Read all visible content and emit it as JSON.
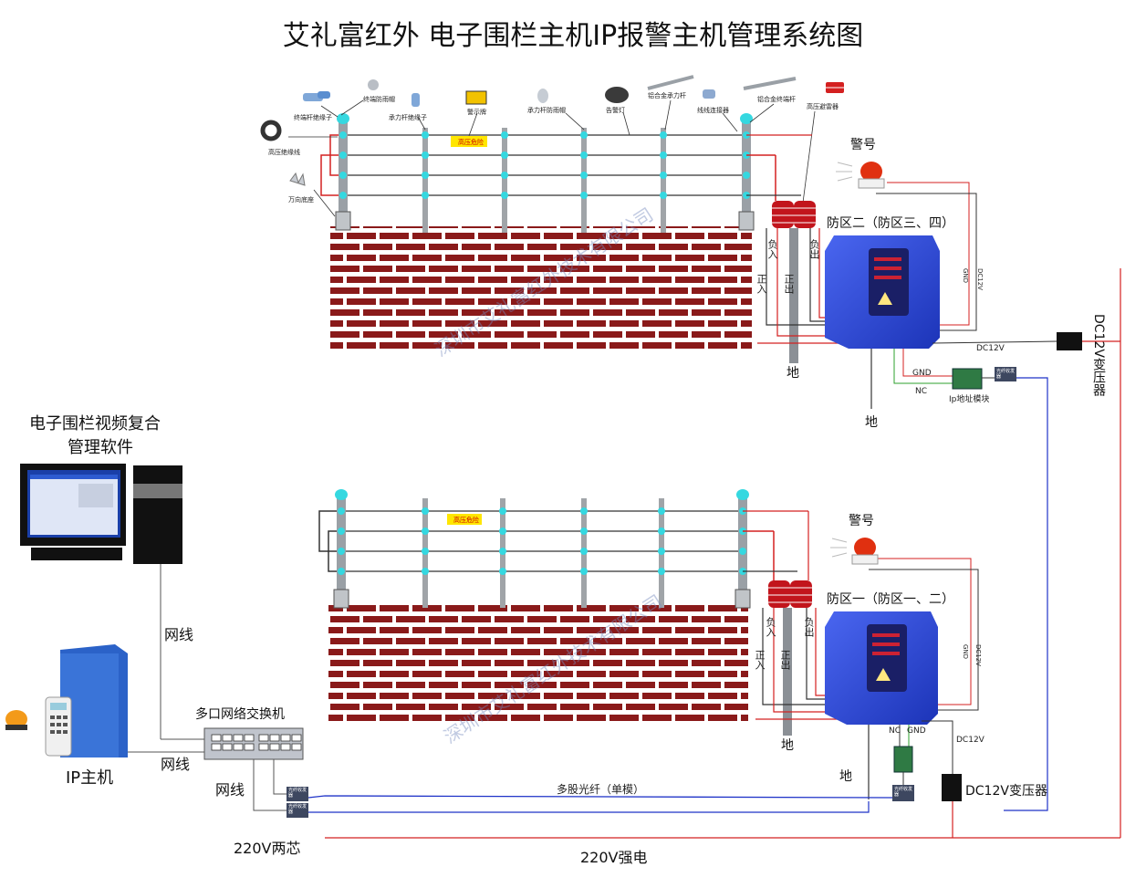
{
  "title": "艾礼富红外  电子围栏主机IP报警主机管理系统图",
  "watermark": "深圳市艾礼富红外技术有限公司",
  "accessories": {
    "terminal_fix_cap": "终端防雨帽",
    "terminal_pole_insulator": "终端杆绝缘子",
    "hv_wire": "高压绝缘线",
    "universal_base": "万向底座",
    "tension_pole_insulator": "承力杆绝缘子",
    "warning_sign": "警示牌",
    "tension_pole_cap": "承力杆防雨帽",
    "alarm_light": "告警灯",
    "alloy_tension_pole": "铝合金承力杆",
    "wire_connector": "线线连接器",
    "alloy_terminal_pole": "铝合金终端杆",
    "hv_arrester": "高压避雷器"
  },
  "sign_text": "高压危险",
  "upper": {
    "siren_label": "警号",
    "host_label": "防区二（防区三、四）",
    "neg_in": "负入",
    "neg_out": "负出",
    "pos_in": "正入",
    "pos_out": "正出",
    "ground1": "地",
    "ground2": "地",
    "dc_label": "DC12V",
    "gnd_vert": "GND",
    "dc_vert": "DC12V",
    "gnd_label": "GND",
    "nc_label": "NC",
    "ip_module": "Ip地址模块",
    "transformer": "DC12V变压器",
    "fiber_box": "光纤收发器"
  },
  "lower": {
    "siren_label": "警号",
    "host_label": "防区一（防区一、二）",
    "neg_in": "负入",
    "neg_out": "负出",
    "pos_in": "正入",
    "pos_out": "正出",
    "ground1": "地",
    "ground2": "地",
    "nc_label": "NC",
    "gnd_label": "GND",
    "dc_label": "DC12V",
    "gnd_vert": "GND",
    "dc_vert": "DC12V",
    "transformer": "DC12V变压器",
    "fiber_box": "光纤收发器"
  },
  "left": {
    "software_label_1": "电子围栏视频复合",
    "software_label_2": "管理软件",
    "net_cable_1": "网线",
    "net_cable_2": "网线",
    "net_cable_3": "网线",
    "switch_label": "多口网络交换机",
    "ip_host_label": "IP主机",
    "fiber_box": "光纤收发器",
    "fiber_box_2": "光纤收发器"
  },
  "bottom": {
    "fiber_label": "多股光纤（单模）",
    "power_2core": "220V两芯",
    "power_strong": "220V强电"
  },
  "colors": {
    "wire_red": "#d42020",
    "wire_blue": "#1f33c8",
    "wire_green": "#2ca02c",
    "host_blue": "#2d48d8",
    "brick": "#8a1a1a",
    "insulator": "#35d8e0"
  },
  "icons": [
    "siren-icon",
    "arrester-icon",
    "switch-icon",
    "monitor-icon",
    "ip-host-icon",
    "alarm-lamp-icon"
  ]
}
